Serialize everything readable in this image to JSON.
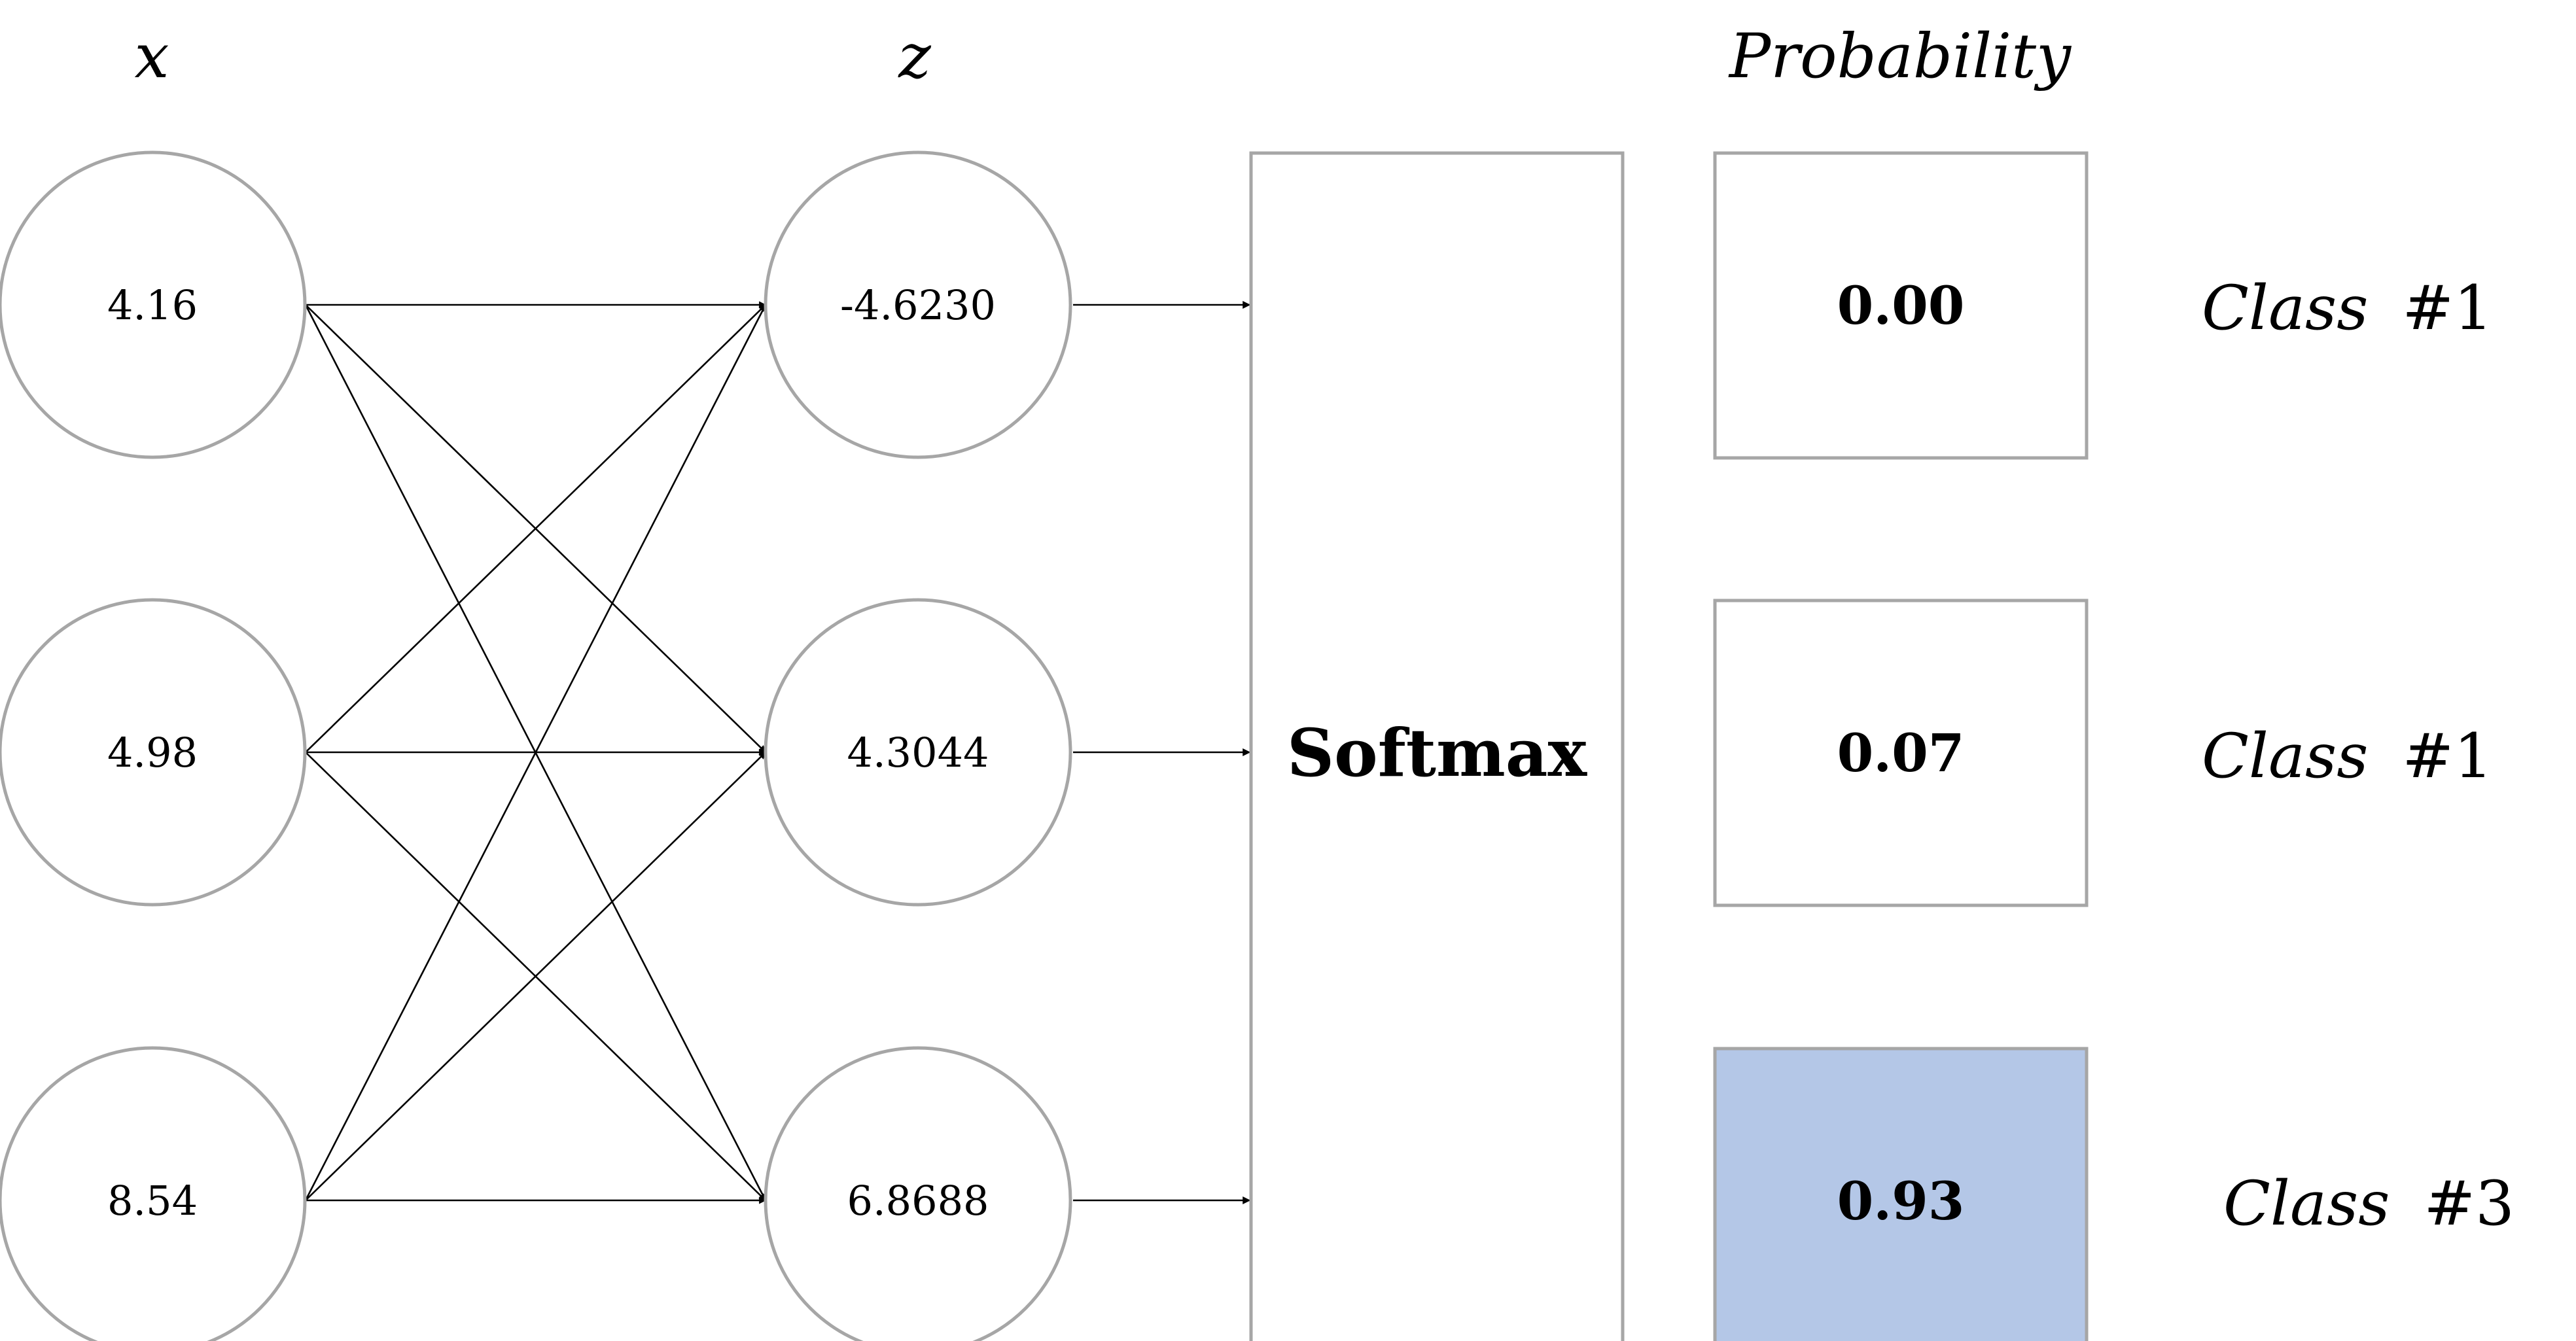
{
  "headers": {
    "input": "x",
    "logits": "z",
    "probability": "Probability"
  },
  "inputs": [
    {
      "value": "4.16"
    },
    {
      "value": "4.98"
    },
    {
      "value": "8.54"
    }
  ],
  "logits": [
    {
      "value": "-4.6230"
    },
    {
      "value": "4.3044"
    },
    {
      "value": "6.8688"
    }
  ],
  "softmax": {
    "label": "Softmax"
  },
  "probabilities": [
    {
      "value": "0.00",
      "highlighted": false
    },
    {
      "value": "0.07",
      "highlighted": false
    },
    {
      "value": "0.93",
      "highlighted": true
    }
  ],
  "classes": [
    {
      "word": "Class",
      "number": "#1"
    },
    {
      "word": "Class",
      "number": "#1"
    },
    {
      "word": "Class",
      "number": "#3"
    }
  ],
  "colors": {
    "highlight": "#b4c7e7",
    "outline": "#a6a6a6",
    "line": "#000000"
  }
}
